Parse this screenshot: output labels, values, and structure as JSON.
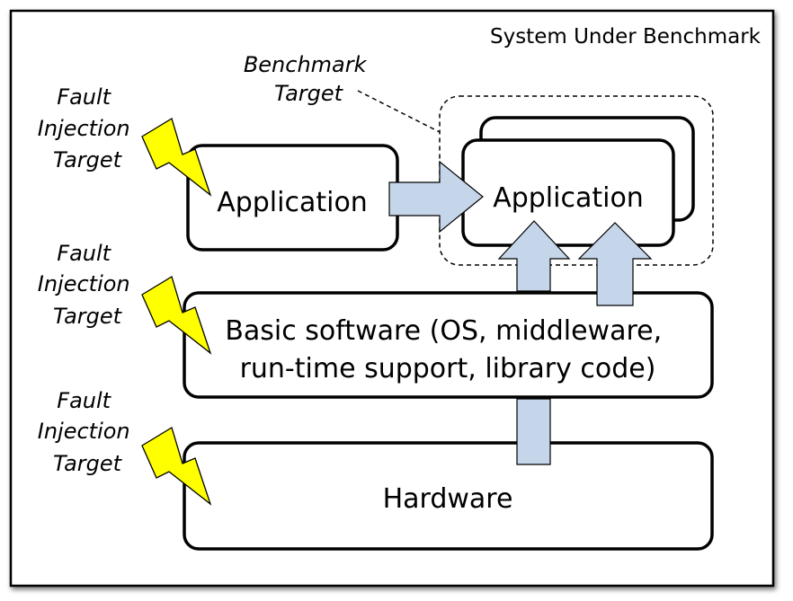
{
  "system_label": "System Under Benchmark",
  "benchmark_target": {
    "line1": "Benchmark",
    "line2": "Target"
  },
  "fault_injection": {
    "line1": "Fault",
    "line2": "Injection",
    "line3": "Target"
  },
  "application_left": "Application",
  "application_right": "Application",
  "basic_software": {
    "line1": "Basic software (OS, middleware,",
    "line2": "run-time support, library code)"
  },
  "hardware": "Hardware",
  "colors": {
    "arrow_fill": "#c5d5ea",
    "lightning_fill": "#ffff00",
    "frame_shadow": "#555555",
    "border": "#000000"
  }
}
